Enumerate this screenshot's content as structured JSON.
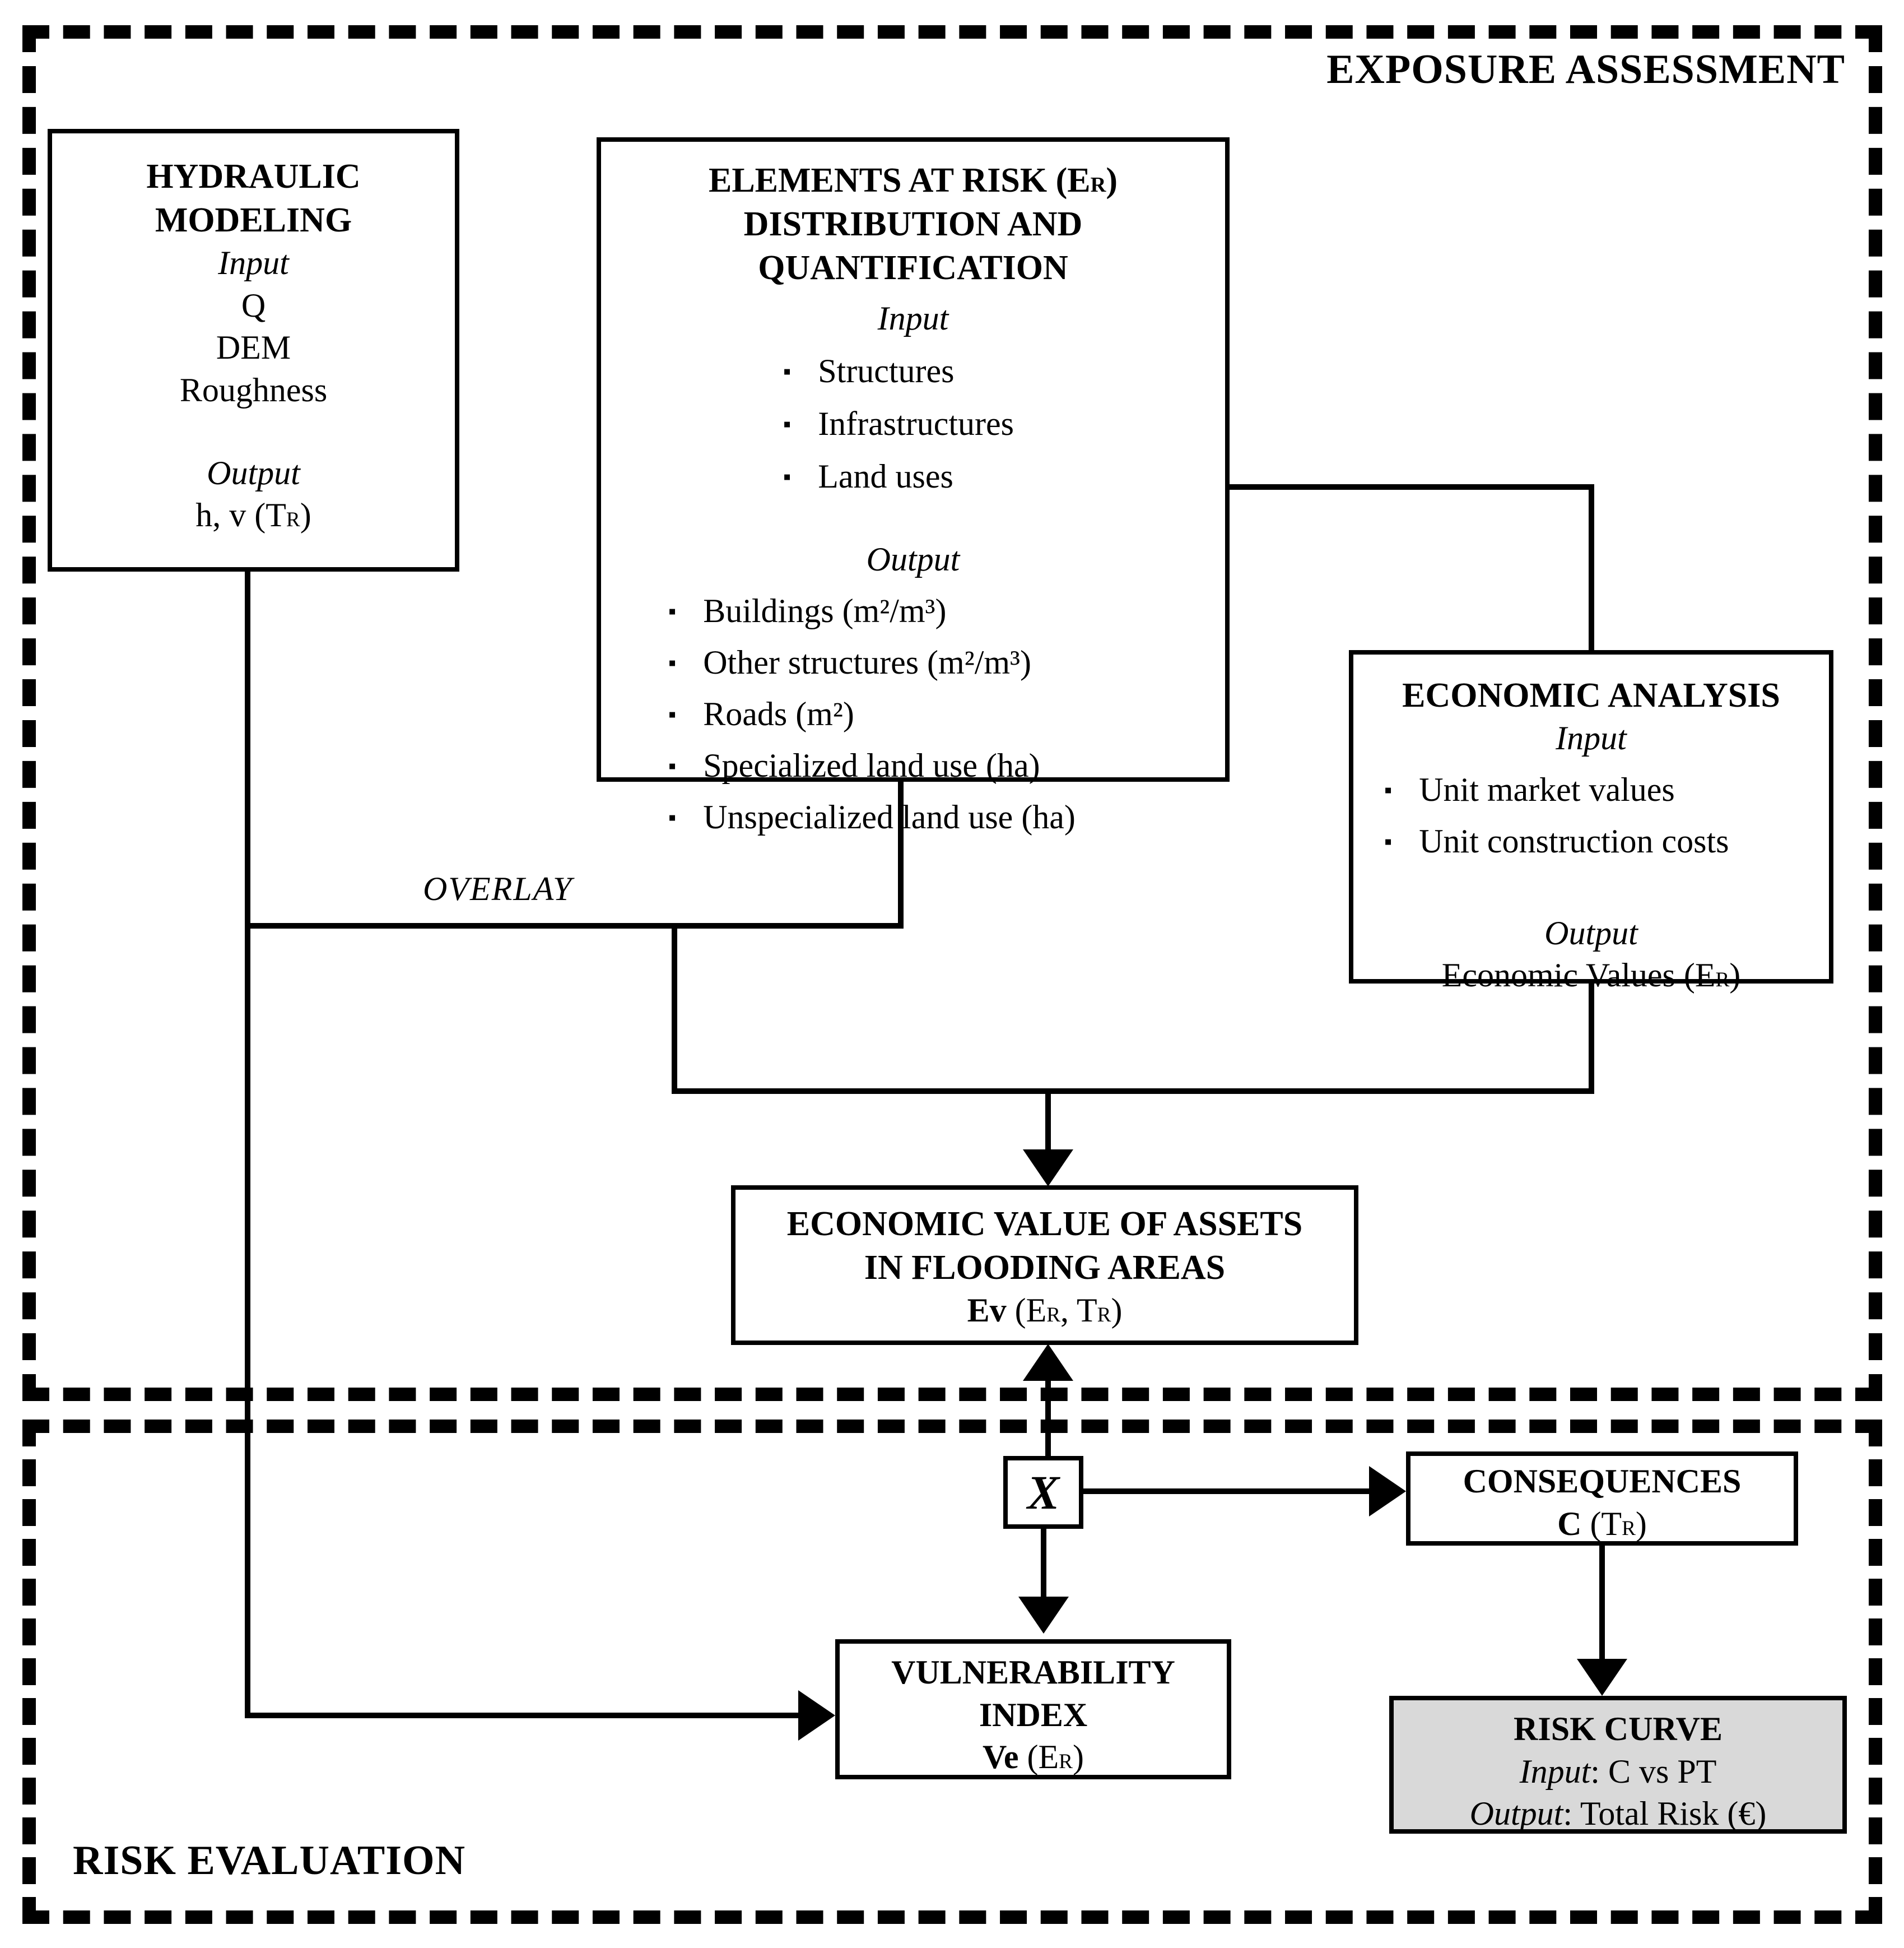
{
  "titles": {
    "exposure": "EXPOSURE ASSESSMENT",
    "risk": "RISK EVALUATION"
  },
  "overlay_label": "OVERLAY",
  "bullet_icon": "▪",
  "hydraulic": {
    "title1": "HYDRAULIC",
    "title2": "MODELING",
    "input_label": "Input",
    "inputs": [
      "Q",
      "DEM",
      "Roughness"
    ],
    "output_label": "Output",
    "output": {
      "pre": "h, v (T",
      "sub": "R",
      "post": ")"
    }
  },
  "elements": {
    "title1_pre": "ELEMENTS AT RISK (E",
    "title1_sub": "R",
    "title1_post": ")",
    "title2": "DISTRIBUTION AND",
    "title3": "QUANTIFICATION",
    "input_label": "Input",
    "inputs": [
      "Structures",
      "Infrastructures",
      "Land uses"
    ],
    "output_label": "Output",
    "outputs": [
      "Buildings (m²/m³)",
      "Other structures (m²/m³)",
      "Roads (m²)",
      "Specialized land use (ha)",
      "Unspecialized land use (ha)"
    ]
  },
  "economic_analysis": {
    "title": "ECONOMIC ANALYSIS",
    "input_label": "Input",
    "inputs": [
      "Unit market values",
      "Unit construction costs"
    ],
    "output_label": "Output",
    "output": {
      "pre": "Economic Values (E",
      "sub": "R",
      "post": ")"
    }
  },
  "economic_value": {
    "line1": "ECONOMIC VALUE OF ASSETS",
    "line2": "IN FLOODING AREAS",
    "formula": {
      "bold": "Ev",
      "p1": " (E",
      "s1": "R",
      "p2": ", T",
      "s2": "R",
      "p3": ")"
    }
  },
  "multiply": {
    "symbol": "X"
  },
  "consequences": {
    "title": "CONSEQUENCES",
    "formula": {
      "bold": "C",
      "p1": " (T",
      "s1": "R",
      "p2": ")"
    }
  },
  "vulnerability": {
    "line1": "VULNERABILITY",
    "line2": "INDEX",
    "formula": {
      "bold": "Ve",
      "p1": " (E",
      "s1": "R",
      "p2": ")"
    }
  },
  "risk_curve": {
    "title": "RISK CURVE",
    "input_label": "Input",
    "input_rest": ": C vs PT",
    "output_label": "Output",
    "output_rest": ": Total Risk (€)"
  },
  "colors": {
    "line": "#000000",
    "box_border": "#000000",
    "risk_curve_bg": "#d9d9d9",
    "background": "#ffffff"
  }
}
